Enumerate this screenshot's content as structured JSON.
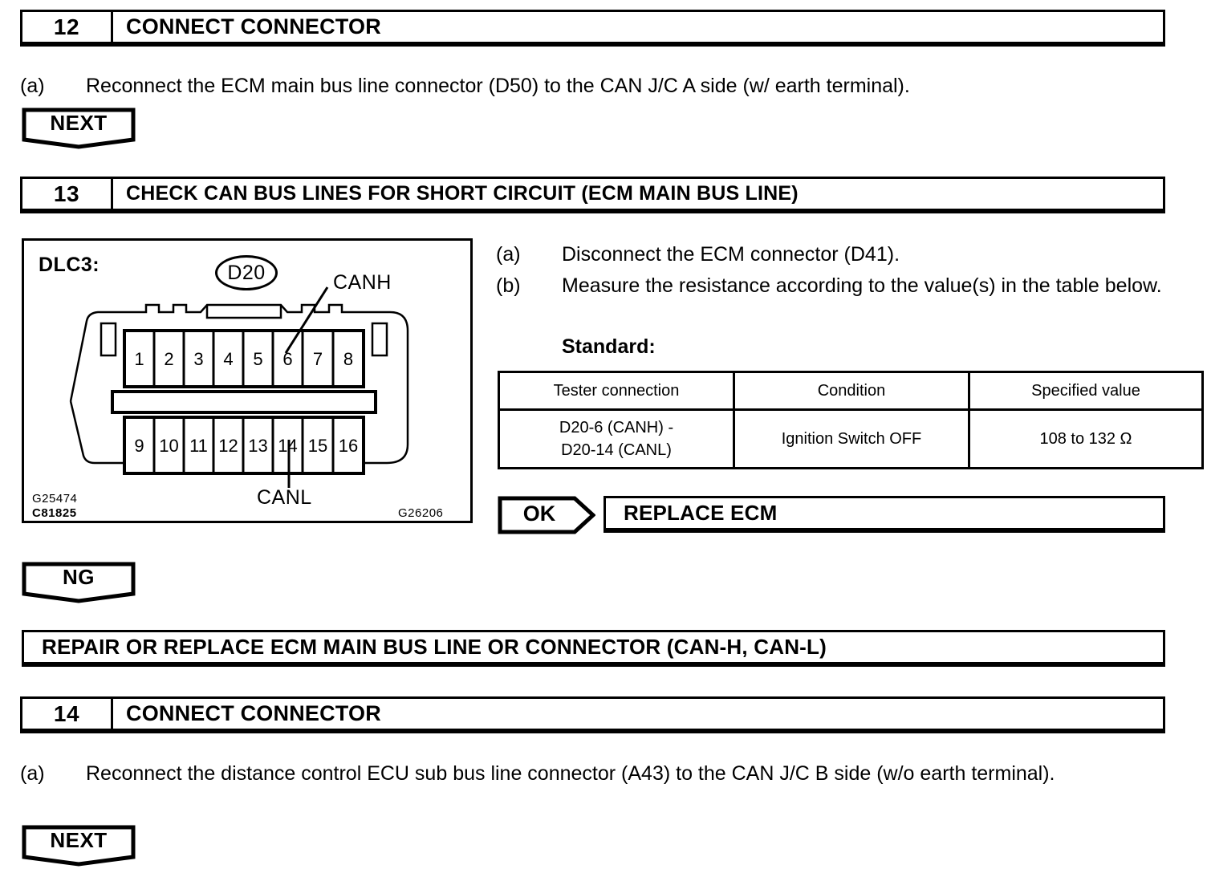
{
  "document": {
    "type": "automotive-service-manual-diagnostic-procedure"
  },
  "steps": [
    {
      "number": "12",
      "title": "CONNECT CONNECTOR",
      "instructions": [
        {
          "mark": "(a)",
          "text": "Reconnect the ECM main bus line connector (D50) to the CAN J/C A side (w/ earth terminal)."
        }
      ],
      "result_banner": "NEXT"
    },
    {
      "number": "13",
      "title": "CHECK CAN BUS LINES FOR SHORT CIRCUIT (ECM MAIN BUS LINE)",
      "instructions": [
        {
          "mark": "(a)",
          "text": "Disconnect the ECM connector (D41)."
        },
        {
          "mark": "(b)",
          "text": "Measure the resistance according to the value(s) in the table below."
        }
      ],
      "standard_label": "Standard:",
      "ok_marker": "OK",
      "ok_result": "REPLACE ECM",
      "ng_banner": "NG"
    },
    {
      "number": "14",
      "title": "CONNECT CONNECTOR",
      "instructions": [
        {
          "mark": "(a)",
          "text": "Reconnect the distance control ECU sub bus line connector (A43) to the CAN J/C B side (w/o earth terminal)."
        }
      ],
      "result_banner": "NEXT"
    }
  ],
  "repair_bar": {
    "text": "REPAIR OR REPLACE ECM MAIN BUS LINE OR CONNECTOR  (CAN-H,  CAN-L)"
  },
  "spec_table": {
    "headers": [
      "Tester connection",
      "Condition",
      "Specified value"
    ],
    "rows": [
      {
        "tester_connection_line1": "D20-6 (CANH) -",
        "tester_connection_line2": "D20-14 (CANL)",
        "condition": "Ignition Switch OFF",
        "specified_value": "108 to 132 Ω"
      }
    ]
  },
  "figure": {
    "title": "DLC3:",
    "connector_ref": "D20",
    "callouts": {
      "canh": "CANH",
      "canl": "CANL"
    },
    "pins_top": [
      "1",
      "2",
      "3",
      "4",
      "5",
      "6",
      "7",
      "8"
    ],
    "pins_bottom": [
      "9",
      "10",
      "11",
      "12",
      "13",
      "14",
      "15",
      "16"
    ],
    "codes": {
      "g25474": "G25474",
      "c81825": "C81825",
      "g26206": "G26206"
    }
  },
  "colors": {
    "ink": "#000000",
    "paper": "#ffffff"
  }
}
